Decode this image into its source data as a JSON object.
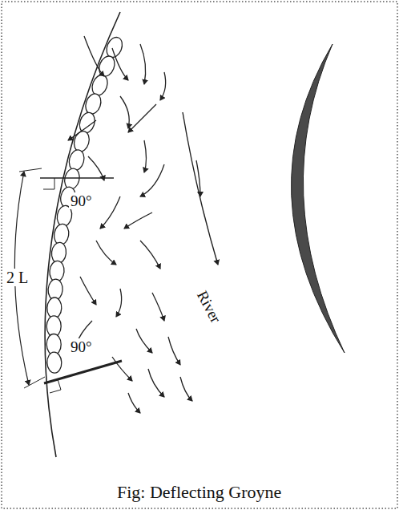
{
  "diagram": {
    "caption": "Fig: Deflecting Groyne",
    "labels": [
      "90°",
      "2 L",
      "90°",
      "River"
    ]
  }
}
